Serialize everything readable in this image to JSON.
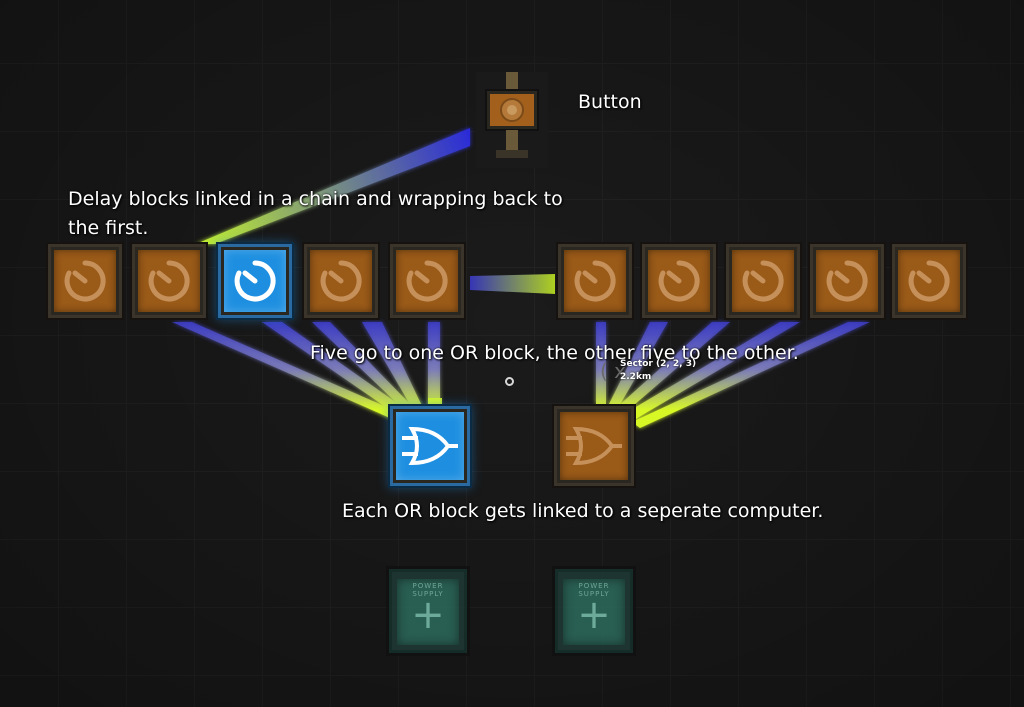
{
  "annotations": {
    "button": "Button",
    "delay_chain_line1": "Delay blocks linked in a chain and wrapping back to",
    "delay_chain_line2": "the first.",
    "or_split": "Five go to one OR block, the other five to the other.",
    "or_computer": "Each OR block gets linked to a seperate computer."
  },
  "hud": {
    "sector_label": "Sector (2, 2, 3)",
    "distance": "2.2km"
  },
  "delay_blocks": {
    "count": 10,
    "active_index": 2
  },
  "or_blocks": {
    "count": 2,
    "active_index": 0
  },
  "power_supplies": {
    "count": 2,
    "label": "POWER SUPPLY"
  },
  "colors": {
    "inactive_block": "#9a5a18",
    "active_block": "#1e8fe0",
    "link_start": "#3a3ad0",
    "link_end": "#c8f020",
    "power_supply": "#2d6b5d"
  }
}
